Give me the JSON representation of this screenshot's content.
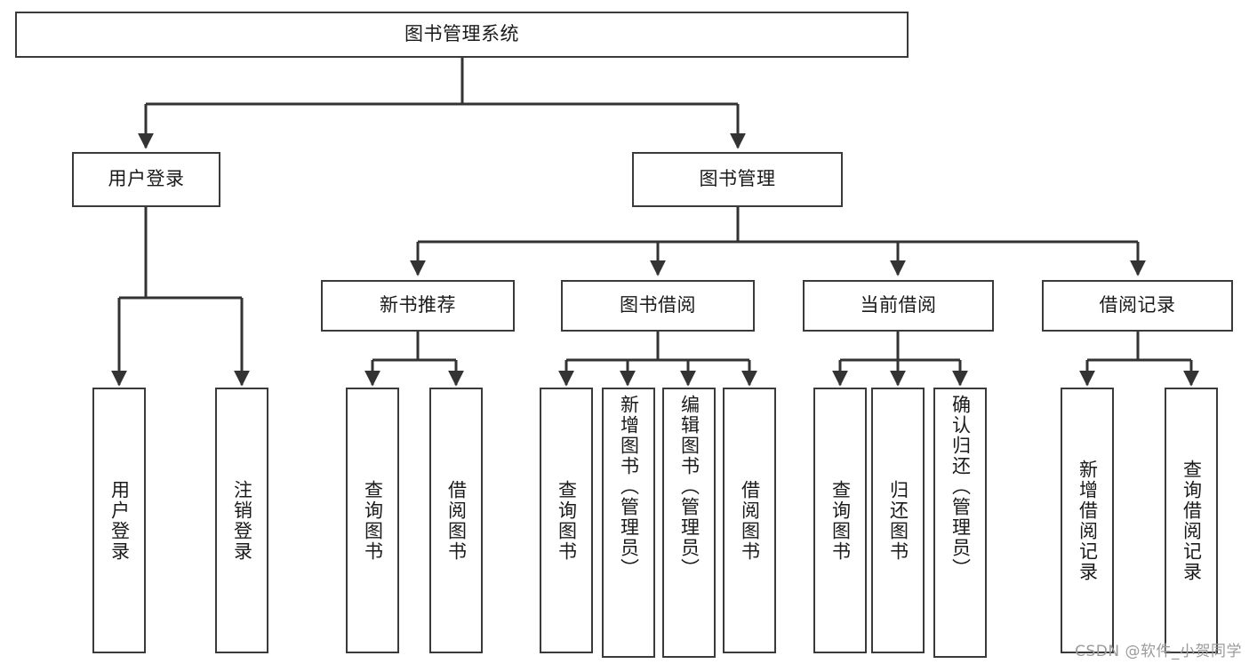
{
  "diagram": {
    "title_text": "图书管理系统",
    "colors": {
      "box_border": "#3a3a3a",
      "box_fill": "#ffffff",
      "edge": "#333333",
      "text": "#1a1a1a",
      "watermark": "#9b9b9b",
      "background": "#ffffff"
    },
    "nodes": {
      "root": {
        "label": "图书管理系统"
      },
      "level2": [
        {
          "id": "user-login",
          "label": "用户登录"
        },
        {
          "id": "book-management",
          "label": "图书管理"
        }
      ],
      "level3": [
        {
          "id": "new-book-recommend",
          "label": "新书推荐"
        },
        {
          "id": "book-borrow",
          "label": "图书借阅"
        },
        {
          "id": "current-borrow",
          "label": "当前借阅"
        },
        {
          "id": "borrow-record",
          "label": "借阅记录"
        }
      ],
      "leaves": {
        "user_login": [
          {
            "id": "leaf-user-login",
            "label": "用户登录"
          },
          {
            "id": "leaf-logout-login",
            "label": "注销登录"
          }
        ],
        "new_book_recommend": [
          {
            "id": "leaf-query-book-1",
            "label": "查询图书"
          },
          {
            "id": "leaf-borrow-book-1",
            "label": "借阅图书"
          }
        ],
        "book_borrow": [
          {
            "id": "leaf-query-book-2",
            "label": "查询图书"
          },
          {
            "id": "leaf-add-book-admin",
            "label": "新增图书（管理员）"
          },
          {
            "id": "leaf-edit-book-admin",
            "label": "编辑图书（管理员）"
          },
          {
            "id": "leaf-borrow-book-2",
            "label": "借阅图书"
          }
        ],
        "current_borrow": [
          {
            "id": "leaf-query-book-3",
            "label": "查询图书"
          },
          {
            "id": "leaf-return-book",
            "label": "归还图书"
          },
          {
            "id": "leaf-confirm-return-admin",
            "label": "确认归还（管理员）"
          }
        ],
        "borrow_record": [
          {
            "id": "leaf-add-borrow-record",
            "label": "新增借阅记录"
          },
          {
            "id": "leaf-query-borrow-record",
            "label": "查询借阅记录"
          }
        ]
      }
    },
    "watermark": "CSDN @软件_小贺同学"
  }
}
